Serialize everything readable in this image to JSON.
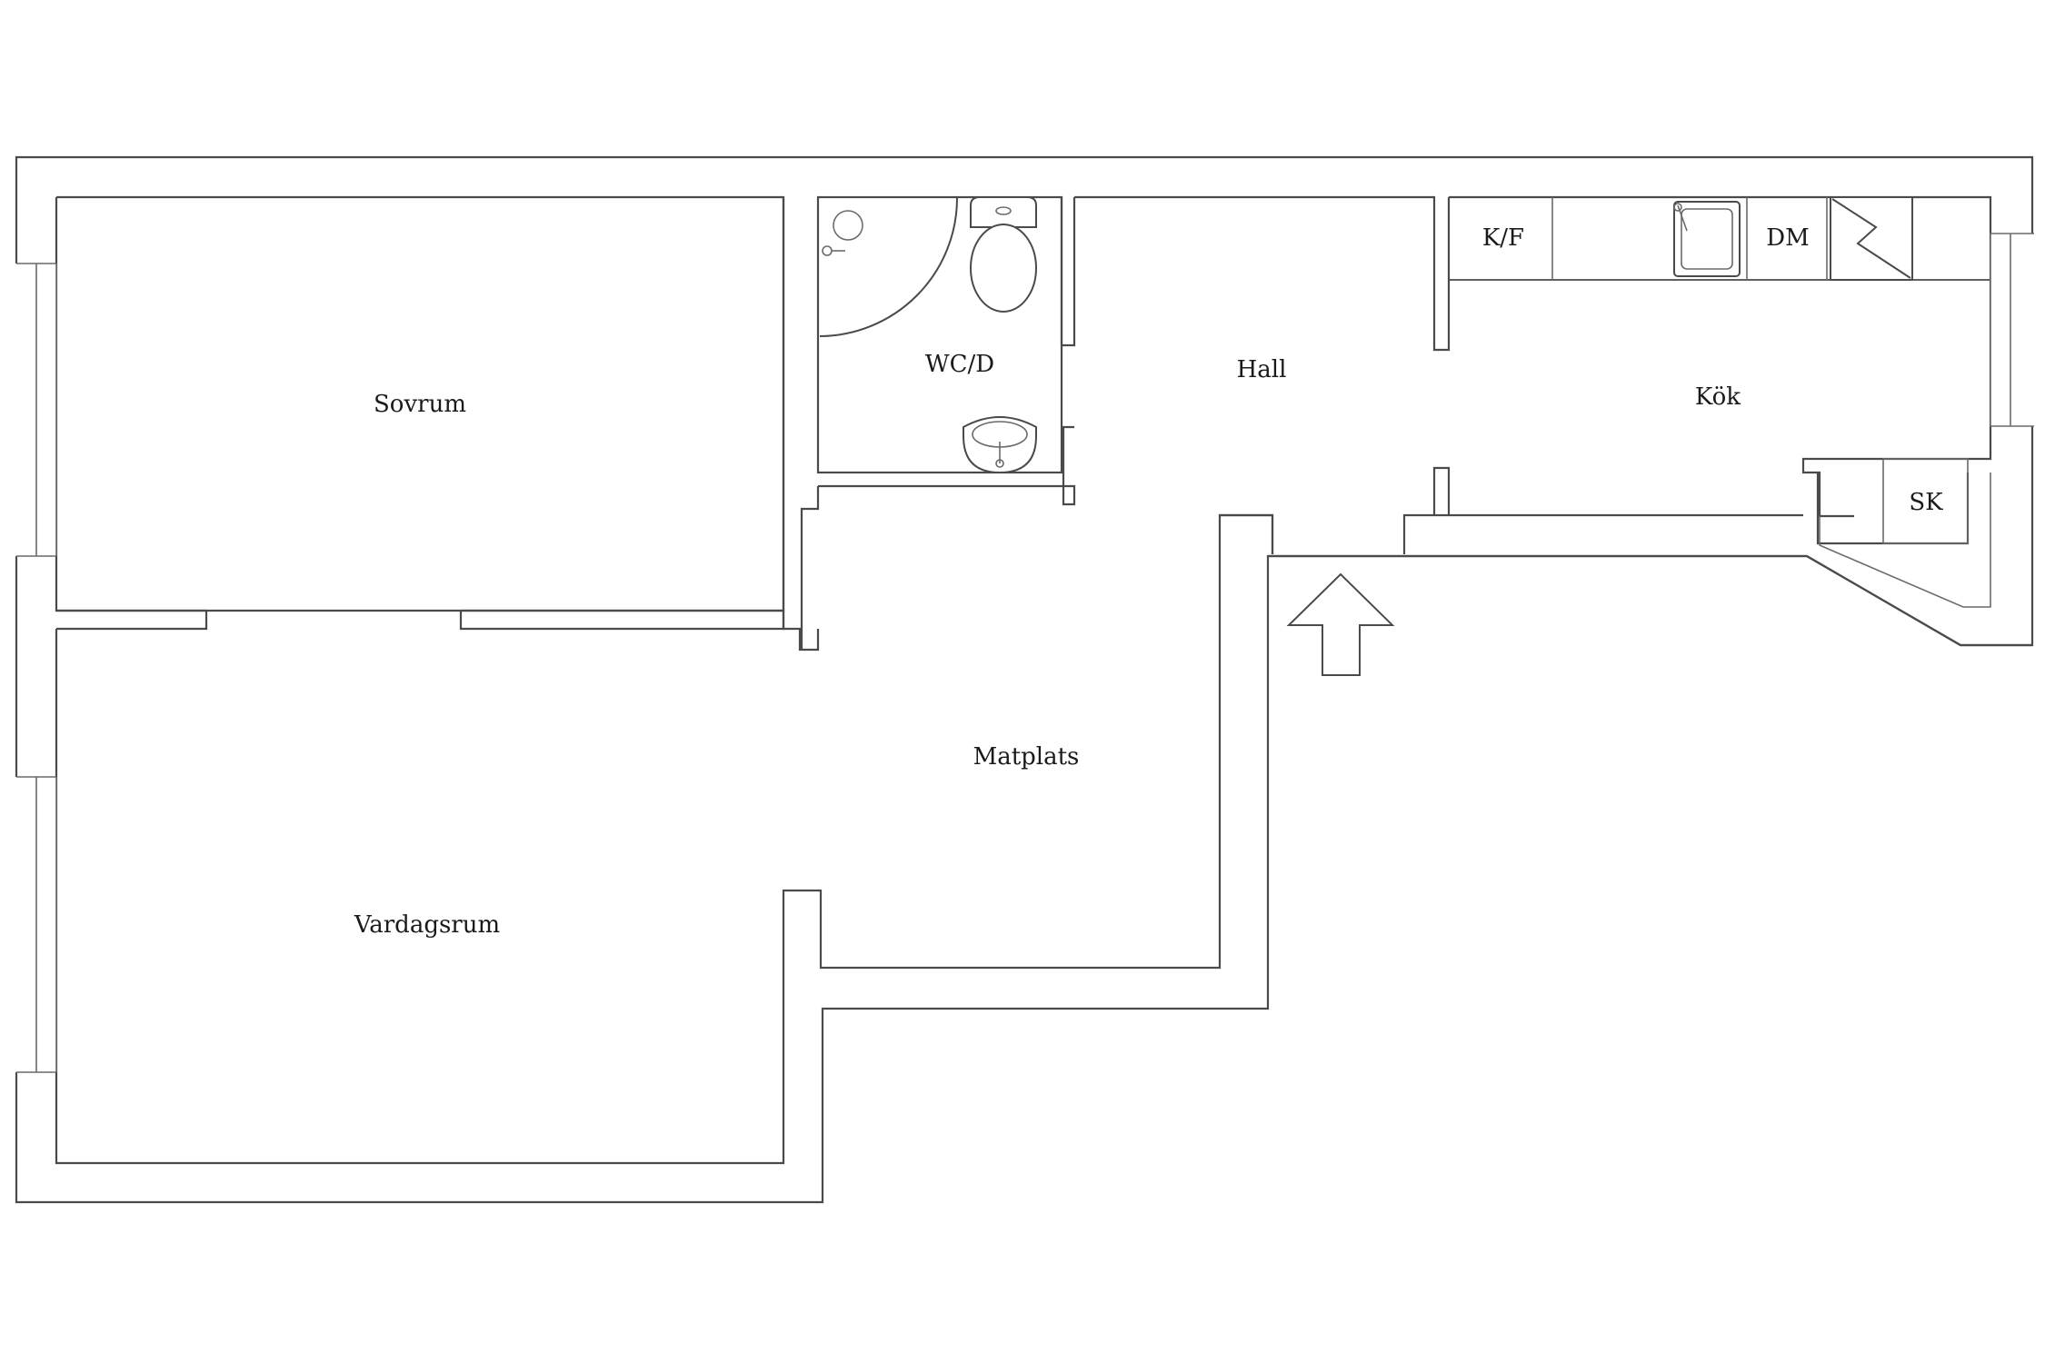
{
  "floor_plan": {
    "rooms": {
      "sovrum": "Sovrum",
      "wc_d": "WC/D",
      "hall": "Hall",
      "kok": "Kök",
      "matplats": "Matplats",
      "vardagsrum": "Vardagsrum"
    },
    "fixtures": {
      "kf": "K/F",
      "dm": "DM",
      "sk": "SK"
    },
    "colors": {
      "wall": "#4a4a4a",
      "background": "#ffffff",
      "text": "#1a1a1a"
    },
    "icons": [
      "shower-icon",
      "toilet-icon",
      "washbasin-icon",
      "sink-icon",
      "stove-icon",
      "entrance-arrow-icon",
      "window-icon"
    ]
  }
}
